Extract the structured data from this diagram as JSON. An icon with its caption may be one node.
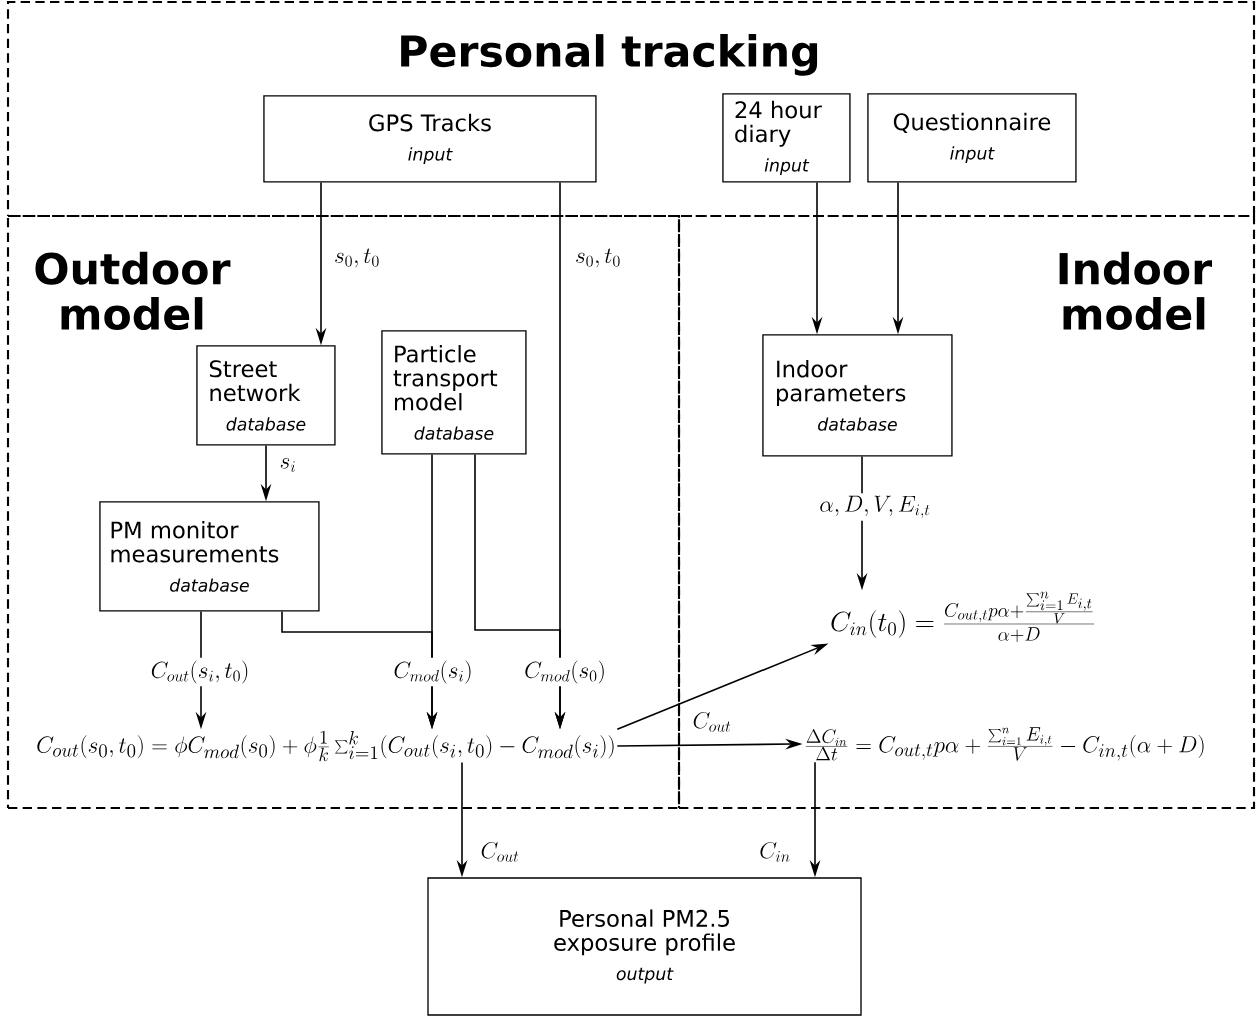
{
  "diagram": {
    "nodes": [
      {
        "text": [
          "Personal tracking"
        ]
      },
      {
        "text": [
          "Outdoor model"
        ]
      },
      {
        "text": [
          "Indoor model"
        ]
      },
      {
        "text": [
          "GPS Tracks",
          "input"
        ],
        "in": 0
      },
      {
        "text": [
          "24 hour diary",
          "input"
        ],
        "in": 0
      },
      {
        "text": [
          "Questionnaire",
          "input"
        ],
        "in": 0
      },
      {
        "text": [
          "Street network",
          "database"
        ],
        "in": 1
      },
      {
        "text": [
          "Particle transport model",
          "database"
        ],
        "in": 1
      },
      {
        "text": [
          "PM monitor measurements",
          "database"
        ],
        "in": 1
      },
      {
        "text": [
          "C_{out}(s_0,t_0) = \\phi C_{mod}(s_0) + \\phi \\frac{1}{k}\\sum_{i=1}^{k}(C_{out}(s_i,t_0) - C_{mod}(s_i))"
        ],
        "in": 1
      },
      {
        "text": [
          "Indoor parameters",
          "database"
        ],
        "in": 2
      },
      {
        "text": [
          "C_{in}(t_0) = \\frac{C_{out,t}p\\alpha + \\frac{\\sum_{i=1}^{n} E_{i,t}}{V}}{\\alpha + D}"
        ],
        "in": 2
      },
      {
        "text": [
          "\\frac{\\Delta C_{in}}{\\Delta t} = C_{out,t}p\\alpha + \\frac{\\sum_{i=1}^{n} E_{i,t}}{V} - C_{in,t}(\\alpha + D)"
        ],
        "in": 2
      },
      {
        "text": [
          "Personal PM2.5 exposure profile",
          "output"
        ]
      }
    ],
    "edges": [
      {
        "from": 3,
        "to": 6,
        "arrow": "to",
        "label": "s_0, t_0"
      },
      {
        "from": 3,
        "to": 9,
        "arrow": "to",
        "label": "s_0, t_0"
      },
      {
        "from": 6,
        "to": 8,
        "arrow": "to",
        "label": "s_i"
      },
      {
        "from": 7,
        "to": 9,
        "arrow": "to",
        "label": "C_{mod}(s_i)"
      },
      {
        "from": 7,
        "to": 9,
        "arrow": "to",
        "label": "C_{mod}(s_0)"
      },
      {
        "from": 8,
        "to": 9,
        "arrow": "to",
        "label": "C_{out}(s_i,t_0)"
      },
      {
        "from": 8,
        "to": 9,
        "arrow": "to"
      },
      {
        "from": 4,
        "to": 10,
        "arrow": "to"
      },
      {
        "from": 5,
        "to": 10,
        "arrow": "to"
      },
      {
        "from": 10,
        "to": 11,
        "arrow": "to",
        "label": "\\alpha, D, V, E_{i,t}"
      },
      {
        "from": 9,
        "to": 11,
        "arrow": "to"
      },
      {
        "from": 9,
        "to": 12,
        "arrow": "to",
        "label": "C_{out}"
      },
      {
        "from": 9,
        "to": 13,
        "arrow": "to",
        "label": "C_{out}"
      },
      {
        "from": 12,
        "to": 13,
        "arrow": "to",
        "label": "C_{in}"
      }
    ]
  }
}
